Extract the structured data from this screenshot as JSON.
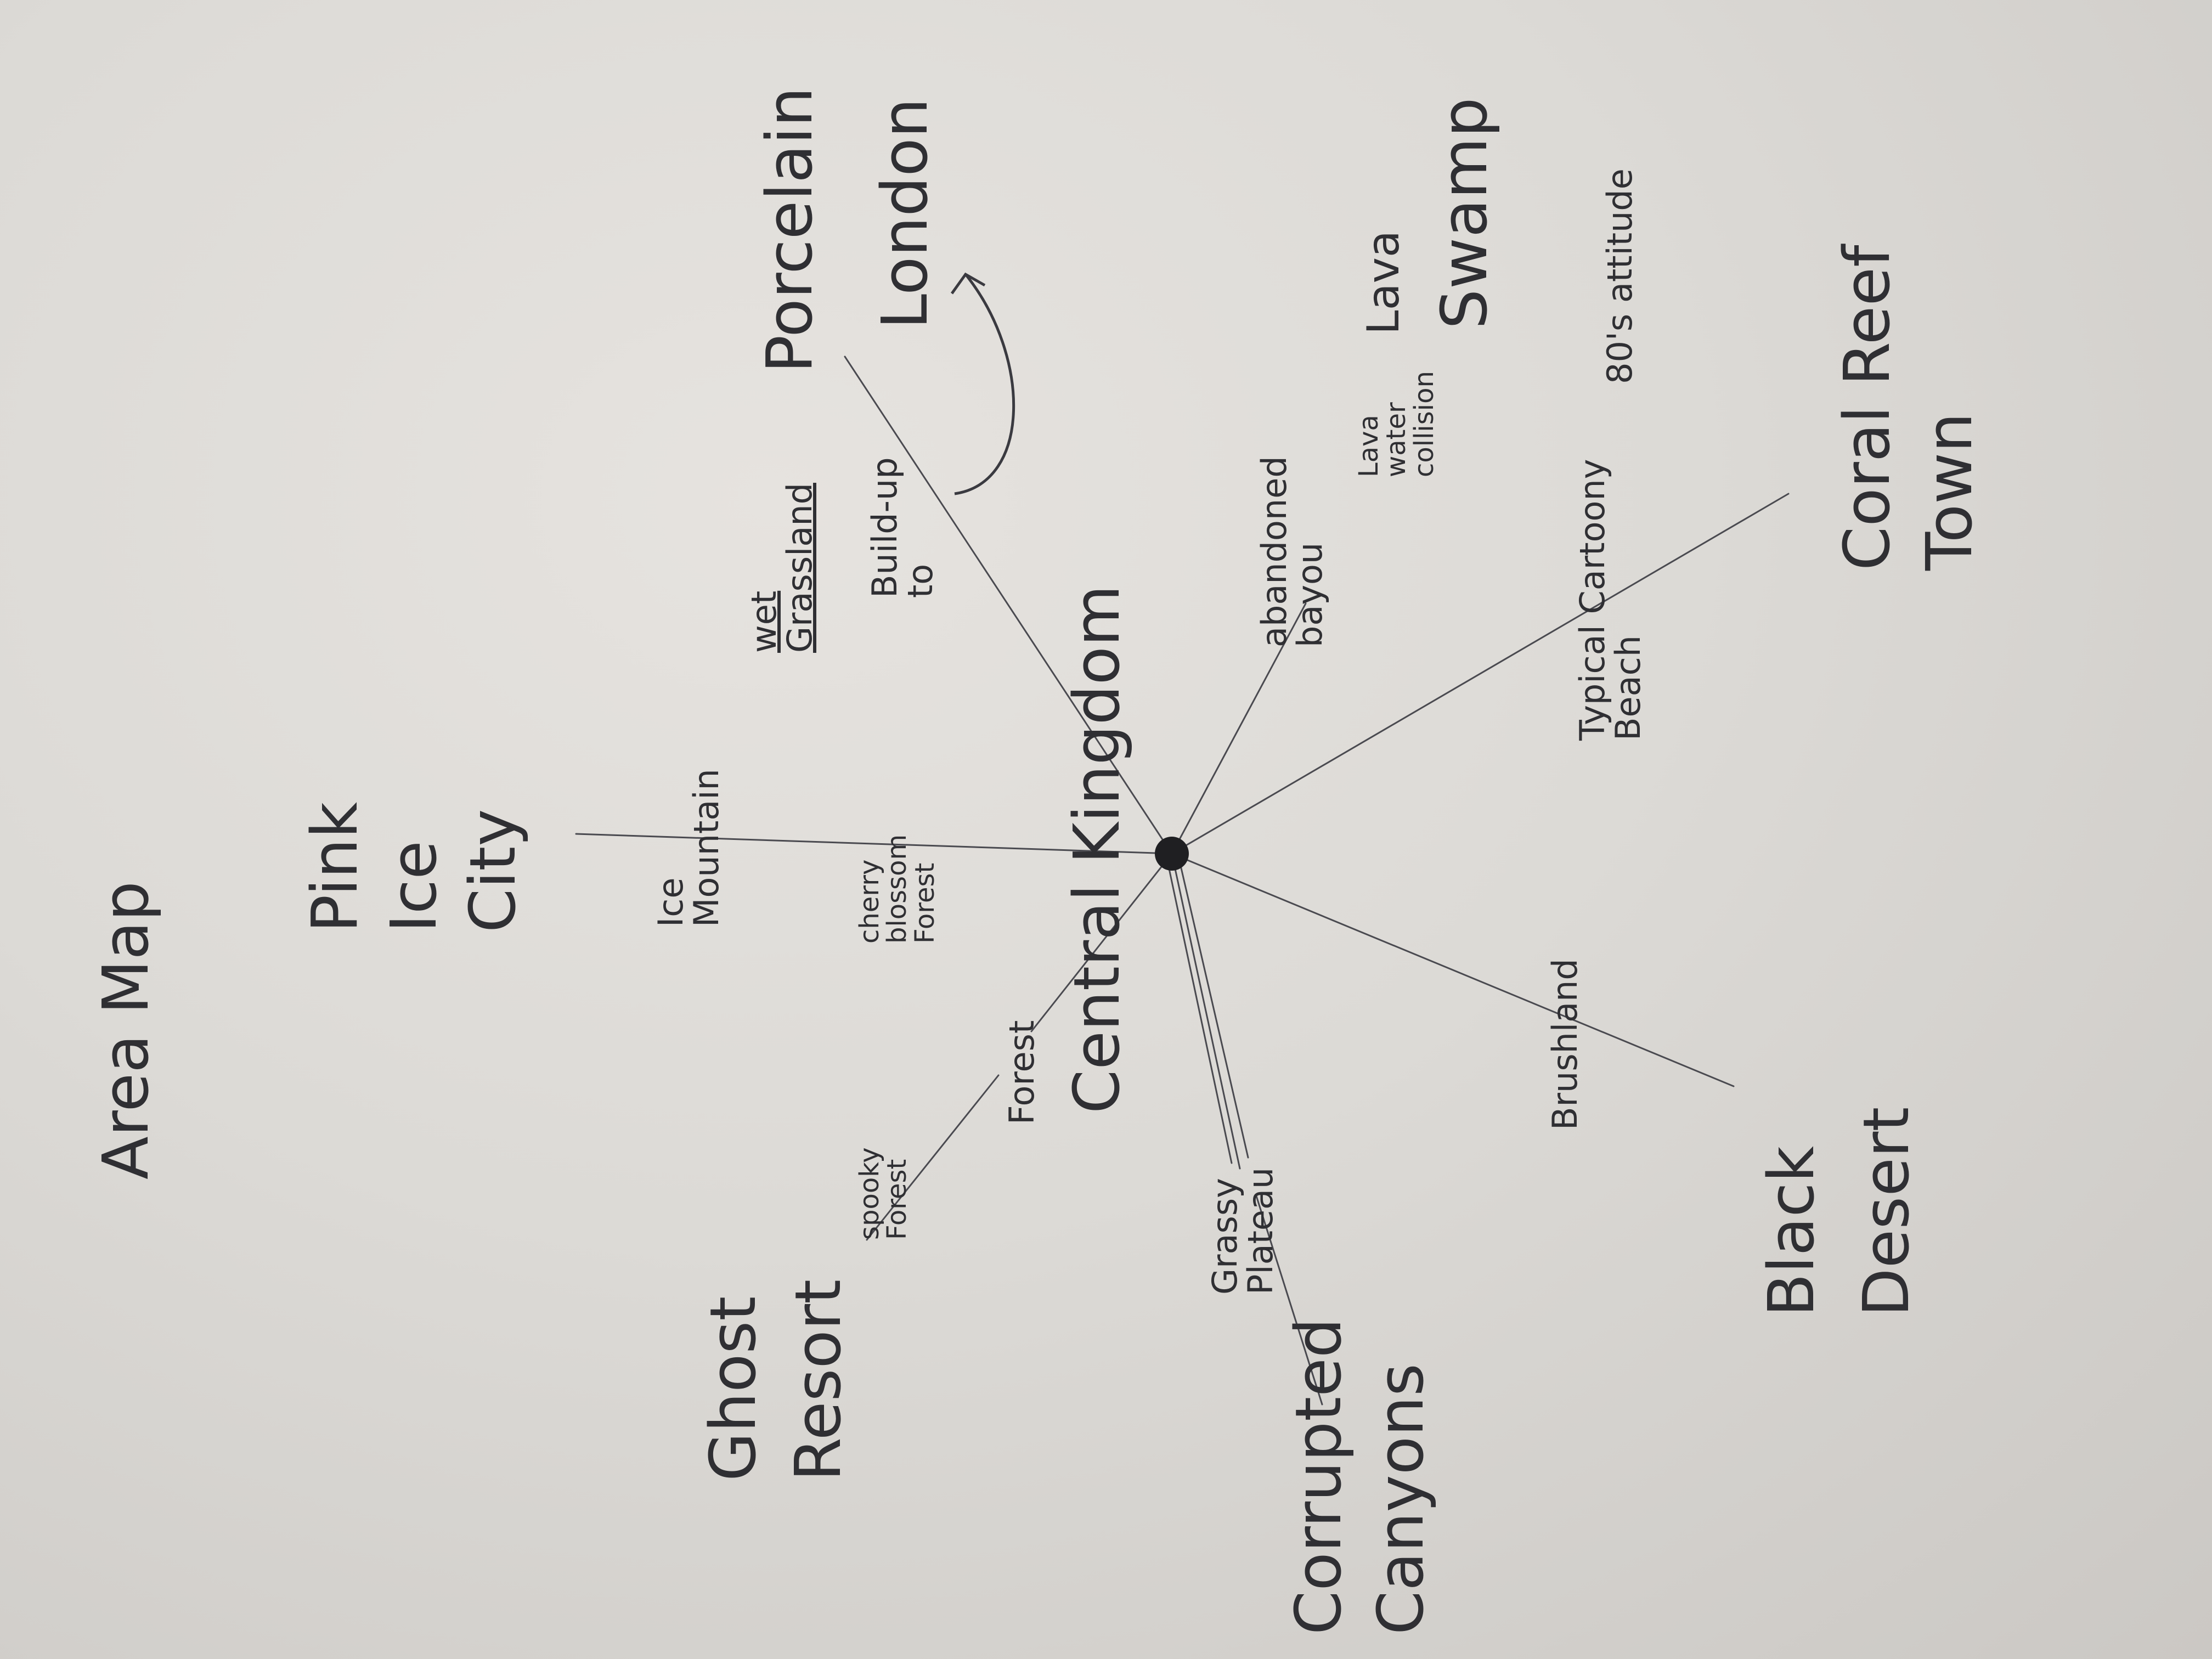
{
  "title": "Area Map",
  "hub": {
    "label": "Central Kingdom"
  },
  "regions": [
    {
      "id": "pink-ice-city",
      "label": "Pink\nIce\nCity"
    },
    {
      "id": "ice-mountain",
      "label": "Ice\nMountain"
    },
    {
      "id": "cherry-blossom-forest",
      "label": "cherry\nblossom\nForest"
    },
    {
      "id": "wet-grassland",
      "label": "wet\nGrassland"
    },
    {
      "id": "build-up-to",
      "label": "Build-up\nto"
    },
    {
      "id": "porcelain",
      "label": "Porcelain"
    },
    {
      "id": "london",
      "label": "London"
    },
    {
      "id": "abandoned-bayou",
      "label": "abandoned\nbayou"
    },
    {
      "id": "lava-water-collision",
      "label": "Lava\nwater\ncollision"
    },
    {
      "id": "lava",
      "label": "Lava"
    },
    {
      "id": "swamp",
      "label": "Swamp"
    },
    {
      "id": "typical-cartoony-beach",
      "label": "Typical Cartoony\nBeach"
    },
    {
      "id": "80s-attitude",
      "label": "80's attitude"
    },
    {
      "id": "coral-reef-town",
      "label": "Coral Reef\nTown"
    },
    {
      "id": "brushland",
      "label": "Brushland"
    },
    {
      "id": "black-desert",
      "label": "Black\nDesert"
    },
    {
      "id": "grassy-plateau",
      "label": "Grassy\nPlateau"
    },
    {
      "id": "corrupted-canyons",
      "label": "Corrupted\nCanyons"
    },
    {
      "id": "forest",
      "label": "Forest"
    },
    {
      "id": "spooky-forest",
      "label": "spooky\nForest"
    },
    {
      "id": "ghost-resort",
      "label": "Ghost\nResort"
    }
  ]
}
